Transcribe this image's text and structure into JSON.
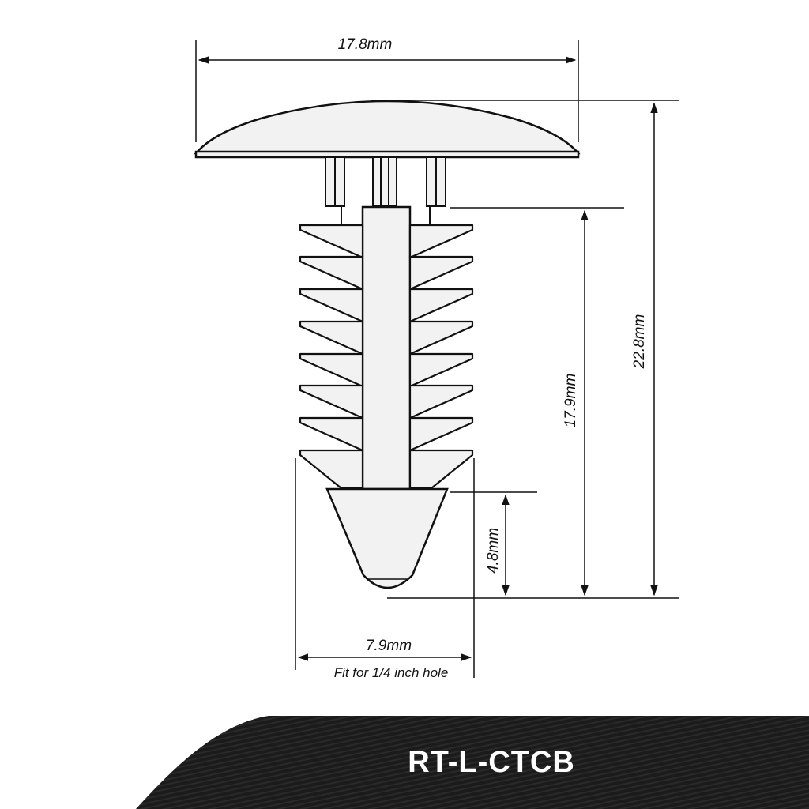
{
  "dimensions": {
    "head_width": "17.8mm",
    "total_height": "22.8mm",
    "shank_length": "17.9mm",
    "tip_length": "4.8mm",
    "fin_diameter": "7.9mm",
    "fit_note": "Fit for 1/4 inch hole"
  },
  "product": {
    "code": "RT-L-CTCB"
  },
  "colors": {
    "banner": "#1b1b1b",
    "line": "#111111",
    "fill": "#f2f2f2"
  }
}
